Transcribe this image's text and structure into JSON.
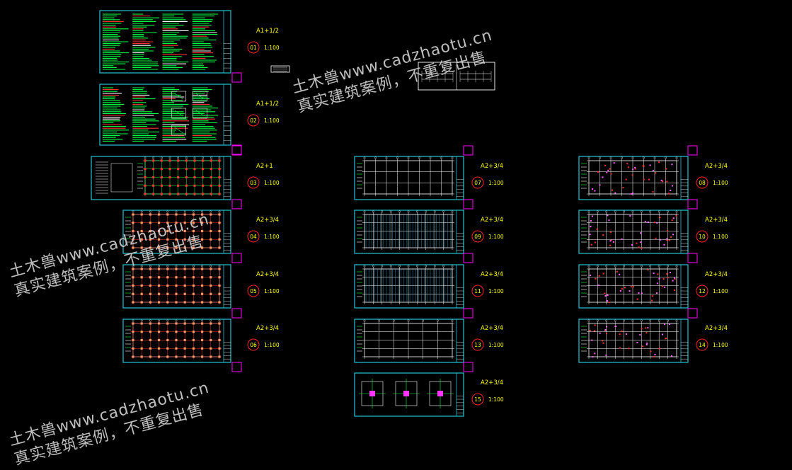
{
  "colors": {
    "frame": "#22c6d6",
    "label": "#ffff00",
    "circle": "#ff2222",
    "marker": "#ff00ff",
    "text_green": "#00ff44",
    "plan_red": "#ff3030",
    "white": "#ffffff",
    "watermark": "#cfcfcf"
  },
  "sheets": [
    {
      "id": "01",
      "size": "A1+1/2",
      "scale": "1:100",
      "kind": "notes"
    },
    {
      "id": "02",
      "size": "A1+1/2",
      "scale": "1:100",
      "kind": "notes-details"
    },
    {
      "id": "03",
      "size": "A2+1",
      "scale": "1:100",
      "kind": "foundation"
    },
    {
      "id": "04",
      "size": "A2+3/4",
      "scale": "1:100",
      "kind": "column-plan"
    },
    {
      "id": "05",
      "size": "A2+3/4",
      "scale": "1:100",
      "kind": "column-plan"
    },
    {
      "id": "06",
      "size": "A2+3/4",
      "scale": "1:100",
      "kind": "column-plan"
    },
    {
      "id": "07",
      "size": "A2+3/4",
      "scale": "1:100",
      "kind": "beam-plan"
    },
    {
      "id": "08",
      "size": "A2+3/4",
      "scale": "1:100",
      "kind": "beam-plan"
    },
    {
      "id": "09",
      "size": "A2+3/4",
      "scale": "1:100",
      "kind": "slab-plan"
    },
    {
      "id": "10",
      "size": "A2+3/4",
      "scale": "1:100",
      "kind": "slab-plan-red"
    },
    {
      "id": "11",
      "size": "A2+3/4",
      "scale": "1:100",
      "kind": "slab-plan"
    },
    {
      "id": "12",
      "size": "A2+3/4",
      "scale": "1:100",
      "kind": "slab-plan-red"
    },
    {
      "id": "13",
      "size": "A2+3/4",
      "scale": "1:100",
      "kind": "roof-plan"
    },
    {
      "id": "14",
      "size": "A2+3/4",
      "scale": "1:100",
      "kind": "slab-plan-red"
    },
    {
      "id": "15",
      "size": "A2+3/4",
      "scale": "1:100",
      "kind": "details"
    }
  ],
  "watermarks": [
    {
      "line1": "土木兽www.cadzhaotu.cn",
      "line2": "真实建筑案例，不重复出售"
    },
    {
      "line1": "土木兽www.cadzhaotu.cn",
      "line2": "真实建筑案例，不重复出售"
    },
    {
      "line1": "土木兽www.cadzhaotu.cn",
      "line2": "真实建筑案例，不重复出售"
    }
  ]
}
